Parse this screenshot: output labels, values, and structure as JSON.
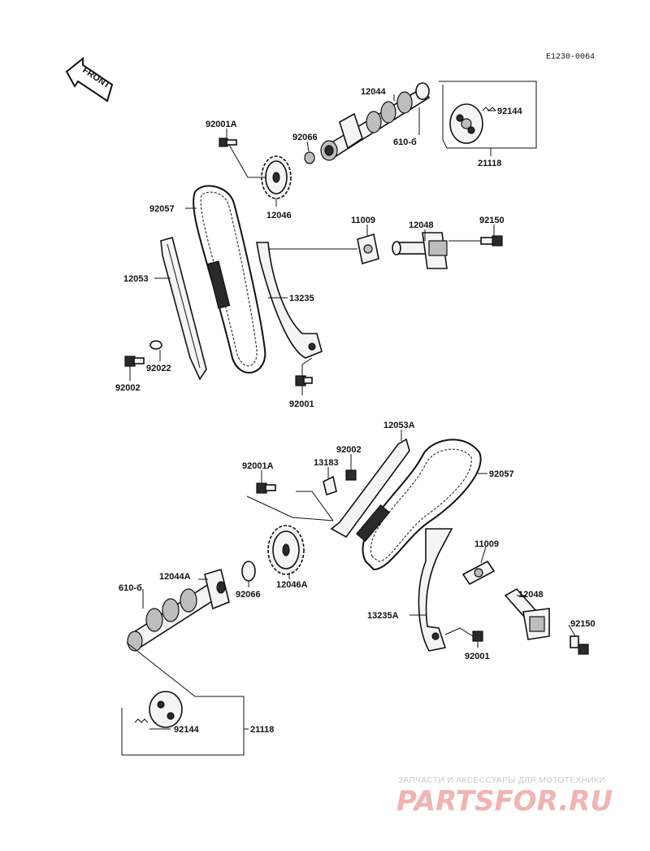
{
  "diagram_code": "E1230-0064",
  "front_arrow_label": "FRONT",
  "parts": {
    "p12044": "12044",
    "p92144_top": "92144",
    "p92001A_top": "92001A",
    "p92066_top": "92066",
    "p610_top": "610-б",
    "p21118_top": "21118",
    "p12046": "12046",
    "p92057_top": "92057",
    "p11009_top": "11009",
    "p12048_top": "12048",
    "p92150_top": "92150",
    "p12053": "12053",
    "p13235": "13235",
    "p92022": "92022",
    "p92002_top": "92002",
    "p92001_top": "92001",
    "p12053A": "12053A",
    "p92002_bot": "92002",
    "p13183": "13183",
    "p92001A_bot": "92001A",
    "p92057_bot": "92057",
    "p11009_bot": "11009",
    "p12044A": "12044A",
    "p610_bot": "610-б",
    "p92066_bot": "92066",
    "p12046A": "12046A",
    "p12048_bot": "12048",
    "p13235A": "13235A",
    "p92150_bot": "92150",
    "p92001_bot": "92001",
    "p92144_bot": "92144",
    "p21118_bot": "21118"
  },
  "watermark": {
    "tagline": "ЗАПЧАСТИ И АКСЕССУАРЫ ДЛЯ МОТОТЕХНИКИ",
    "logo": "PARTSFOR.RU"
  }
}
